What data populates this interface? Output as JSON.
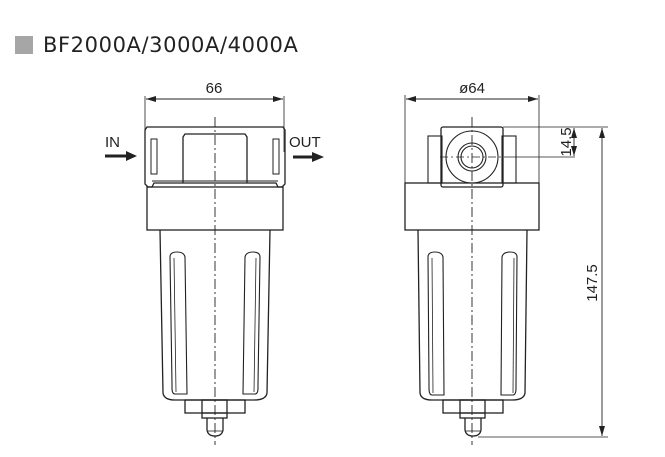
{
  "title": {
    "marker_color": "#a6a6a6",
    "text": "BF2000A/3000A/4000A"
  },
  "front_view": {
    "width_dimension": "66",
    "inlet_label": "IN",
    "outlet_label": "OUT"
  },
  "side_view": {
    "diameter_dimension": "ø64",
    "port_offset_dimension": "14.5",
    "overall_height_dimension": "147.5"
  },
  "colors": {
    "line": "#222222",
    "background": "#ffffff"
  }
}
